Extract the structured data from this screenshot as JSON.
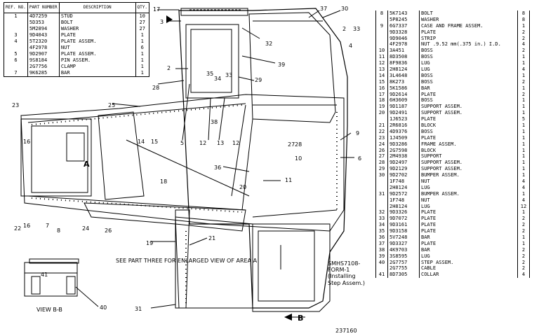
{
  "left_table": {
    "headers": {
      "ref": "REF. NO.",
      "part": "PART NUMBER",
      "desc": "DESCRIPTION",
      "qty": "QTY."
    },
    "rows": [
      {
        "ref": "1",
        "part": "4D7259",
        "desc": "STUD",
        "qty": "10"
      },
      {
        "ref": "",
        "part": "5D353",
        "desc": "BOLT",
        "qty": "27"
      },
      {
        "ref": "",
        "part": "5M2894",
        "desc": "WASHER",
        "qty": "27"
      },
      {
        "ref": "3",
        "part": "9D4043",
        "desc": "PLATE",
        "qty": "1"
      },
      {
        "ref": "4",
        "part": "5T2320",
        "desc": "PLATE ASSEM.",
        "qty": "1"
      },
      {
        "ref": "",
        "part": "4F2978",
        "desc": "NUT",
        "qty": "6"
      },
      {
        "ref": "5",
        "part": "9D2907",
        "desc": "PLATE ASSEM.",
        "qty": "1"
      },
      {
        "ref": "6",
        "part": "9S8184",
        "desc": "PIN ASSEM.",
        "qty": "1"
      },
      {
        "ref": "",
        "part": "2G7756",
        "desc": "CLAMP",
        "qty": "1"
      },
      {
        "ref": "7",
        "part": "9K6285",
        "desc": "BAR",
        "qty": "1"
      }
    ]
  },
  "right_table": {
    "rows": [
      {
        "ref": "8",
        "part": "5K7143",
        "desc": "BOLT",
        "qty": "8"
      },
      {
        "ref": "",
        "part": "5P8245",
        "desc": "WASHER",
        "qty": "8"
      },
      {
        "ref": "9",
        "part": "6G7337",
        "desc": "CASE AND FRAME ASSEM.",
        "qty": "1"
      },
      {
        "ref": "",
        "part": "9D3328",
        "desc": "PLATE",
        "qty": "2"
      },
      {
        "ref": "",
        "part": "9D9046",
        "desc": "STRIP",
        "qty": "2"
      },
      {
        "ref": "",
        "part": "4F2978",
        "desc": "NUT  .9.52 mm(.375 in.) I.D.",
        "qty": "4"
      },
      {
        "ref": "10",
        "part": "3A451",
        "desc": "BOSS",
        "qty": "2"
      },
      {
        "ref": "11",
        "part": "8D3508",
        "desc": "BOSS",
        "qty": "1"
      },
      {
        "ref": "12",
        "part": "8F9836",
        "desc": "LUG",
        "qty": "1"
      },
      {
        "ref": "13",
        "part": "2H8124",
        "desc": "LUG",
        "qty": "4"
      },
      {
        "ref": "14",
        "part": "3L4648",
        "desc": "BOSS",
        "qty": "1"
      },
      {
        "ref": "15",
        "part": "8K273",
        "desc": "BOSS",
        "qty": "2"
      },
      {
        "ref": "16",
        "part": "5K1586",
        "desc": "BAR",
        "qty": "1"
      },
      {
        "ref": "17",
        "part": "9D2614",
        "desc": "PLATE",
        "qty": "2"
      },
      {
        "ref": "18",
        "part": "6H3609",
        "desc": "BOSS",
        "qty": "1"
      },
      {
        "ref": "19",
        "part": "9D1187",
        "desc": "SUPPORT ASSEM.",
        "qty": "1"
      },
      {
        "ref": "20",
        "part": "9D2491",
        "desc": "SUPPORT ASSEM.",
        "qty": "1"
      },
      {
        "ref": "",
        "part": "1J6523",
        "desc": "PLATE",
        "qty": "5"
      },
      {
        "ref": "21",
        "part": "2R6816",
        "desc": "BLOCK",
        "qty": "1"
      },
      {
        "ref": "22",
        "part": "4D9376",
        "desc": "BOSS",
        "qty": "1"
      },
      {
        "ref": "23",
        "part": "1J4509",
        "desc": "PLATE",
        "qty": "1"
      },
      {
        "ref": "24",
        "part": "9D3286",
        "desc": "FRAME ASSEM.",
        "qty": "1"
      },
      {
        "ref": "26",
        "part": "2G7598",
        "desc": "BLOCK",
        "qty": "1"
      },
      {
        "ref": "27",
        "part": "2M4938",
        "desc": "SUPPORT",
        "qty": "1"
      },
      {
        "ref": "28",
        "part": "9D2497",
        "desc": "SUPPORT ASSEM.",
        "qty": "1"
      },
      {
        "ref": "29",
        "part": "9D2129",
        "desc": "SUPPORT ASSEM.",
        "qty": "1"
      },
      {
        "ref": "30",
        "part": "9D2702",
        "desc": "BUMPER ASSEM.",
        "qty": "1"
      },
      {
        "ref": "",
        "part": "1F748",
        "desc": "NUT",
        "qty": "4"
      },
      {
        "ref": "",
        "part": "2H8124",
        "desc": "LUG",
        "qty": "4"
      },
      {
        "ref": "31",
        "part": "9D2572",
        "desc": "BUMPER ASSEM.",
        "qty": "1"
      },
      {
        "ref": "",
        "part": "1F748",
        "desc": "NUT",
        "qty": "4"
      },
      {
        "ref": "",
        "part": "2H8124",
        "desc": "LUG",
        "qty": "12"
      },
      {
        "ref": "32",
        "part": "9D3326",
        "desc": "PLATE",
        "qty": "1"
      },
      {
        "ref": "33",
        "part": "9D7072",
        "desc": "PLATE",
        "qty": "2"
      },
      {
        "ref": "34",
        "part": "9D3161",
        "desc": "PLATE",
        "qty": "2"
      },
      {
        "ref": "35",
        "part": "9D3158",
        "desc": "PLATE",
        "qty": "2"
      },
      {
        "ref": "36",
        "part": "5V7248",
        "desc": "BAR",
        "qty": "1"
      },
      {
        "ref": "37",
        "part": "9D3327",
        "desc": "PLATE",
        "qty": "1"
      },
      {
        "ref": "38",
        "part": "4K9703",
        "desc": "BAR",
        "qty": "2"
      },
      {
        "ref": "39",
        "part": "3S8595",
        "desc": "LUG",
        "qty": "2"
      },
      {
        "ref": "40",
        "part": "2G7757",
        "desc": "STEP ASSEM.",
        "qty": "2"
      },
      {
        "ref": "",
        "part": "2G7755",
        "desc": "CABLE",
        "qty": "2"
      },
      {
        "ref": "41",
        "part": "8D7305",
        "desc": "COLLAR",
        "qty": "4"
      }
    ]
  },
  "callouts": [
    "17",
    "3",
    "37",
    "30",
    "2",
    "33",
    "4",
    "32",
    "39",
    "2",
    "35",
    "34",
    "33",
    "28",
    "29",
    "25",
    "23",
    "38",
    "5",
    "14",
    "15",
    "16",
    "12",
    "13",
    "12",
    "9",
    "27",
    "28",
    "10",
    "6",
    "36",
    "11",
    "A",
    "18",
    "20",
    "22",
    "16",
    "24",
    "26",
    "19",
    "21",
    "8",
    "7",
    "41",
    "40",
    "31",
    "B"
  ],
  "notes": {
    "area_note": "SEE PART THREE FOR ENLARGED VIEW OF AREA A",
    "form_note_1": "SMHS7108-",
    "form_note_2": "FORM-1",
    "form_note_3": "(Installing",
    "form_note_4": "Step Assem.)",
    "view_label": "VIEW B-B",
    "drawing_number": "237160"
  }
}
